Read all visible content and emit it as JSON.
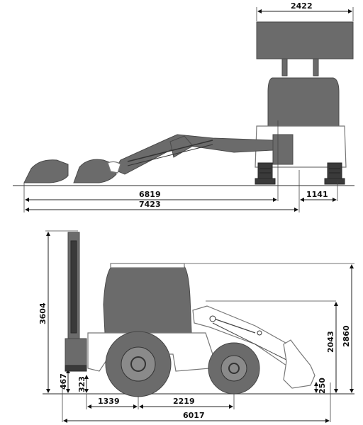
{
  "colors": {
    "body": "#6b6b6b",
    "dark": "#3a3a3a",
    "line": "#222222"
  },
  "top_view": {
    "dimensions": {
      "width_top": "2422",
      "arm_reach": "6819",
      "total_reach": "7423",
      "rear_offset": "1141"
    }
  },
  "side_view": {
    "dimensions": {
      "height_total": "3604",
      "height_roof": "2860",
      "height_loader": "2043",
      "height_467": "467",
      "height_323": "323",
      "height_250": "250",
      "length_1339": "1339",
      "wheelbase": "2219",
      "length_total": "6017"
    }
  }
}
